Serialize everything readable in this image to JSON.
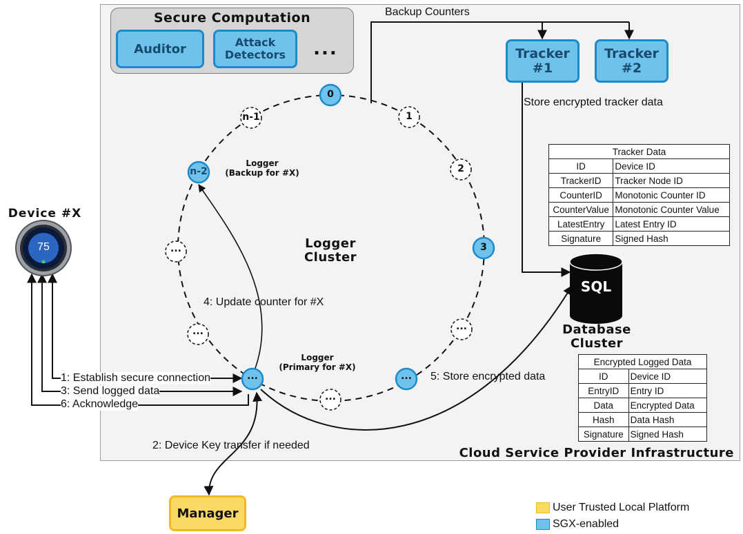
{
  "cloud": {
    "label": "Cloud Service Provider Infrastructure"
  },
  "secure_computation": {
    "title": "Secure Computation",
    "auditor": "Auditor",
    "attack_line1": "Attack",
    "attack_line2": "Detectors",
    "more": "..."
  },
  "trackers": {
    "t1_line1": "Tracker",
    "t1_line2": "#1",
    "t2_line1": "Tracker",
    "t2_line2": "#2",
    "backup_counters": "Backup Counters",
    "store_encrypted": "Store encrypted tracker data"
  },
  "ring": {
    "label_line1": "Logger",
    "label_line2": "Cluster",
    "backup_line1": "Logger",
    "backup_line2": "(Backup for #X)",
    "primary_line1": "Logger",
    "primary_line2": "(Primary for #X)",
    "nodes": {
      "n0": "0",
      "n1": "1",
      "n2": "2",
      "n3": "3",
      "nm1": "n-1",
      "nm2": "n-2",
      "e_left_upper": "...",
      "e_left_lower": "...",
      "e_right_lower": "...",
      "e_bottom": "...",
      "primary": "...",
      "sgx_bottom": "..."
    }
  },
  "device": {
    "title": "Device #X",
    "display": "75"
  },
  "edges": {
    "e1": "1: Establish secure connection",
    "e2": "2: Device Key transfer if needed",
    "e3": "3: Send logged data",
    "e4": "4: Update counter for #X",
    "e5": "5: Store encrypted data",
    "e6": "6: Acknowledge"
  },
  "database": {
    "icon_text": "SQL",
    "line1": "Database",
    "line2": "Cluster"
  },
  "tracker_table": {
    "title": "Tracker Data",
    "rows": [
      [
        "ID",
        "Device ID"
      ],
      [
        "TrackerID",
        "Tracker Node ID"
      ],
      [
        "CounterID",
        "Monotonic Counter ID"
      ],
      [
        "CounterValue",
        "Monotonic Counter Value"
      ],
      [
        "LatestEntry",
        "Latest Entry ID"
      ],
      [
        "Signature",
        "Signed Hash"
      ]
    ]
  },
  "logged_table": {
    "title": "Encrypted Logged Data",
    "rows": [
      [
        "ID",
        "Device ID"
      ],
      [
        "EntryID",
        "Entry ID"
      ],
      [
        "Data",
        "Encrypted Data"
      ],
      [
        "Hash",
        "Data Hash"
      ],
      [
        "Signature",
        "Signed Hash"
      ]
    ]
  },
  "manager": {
    "label": "Manager"
  },
  "legend": {
    "items": [
      {
        "label": "User Trusted Local Platform",
        "color": "#fbd965",
        "border": "#f2b926"
      },
      {
        "label": "SGX-enabled",
        "color": "#6fc2ec",
        "border": "#1d8ac7"
      }
    ]
  },
  "colors": {
    "sgx_fill": "#6fc2ec",
    "sgx_border": "#1d8ac7",
    "trusted_fill": "#fbd965",
    "cloud_bg": "#f2f3f2"
  }
}
